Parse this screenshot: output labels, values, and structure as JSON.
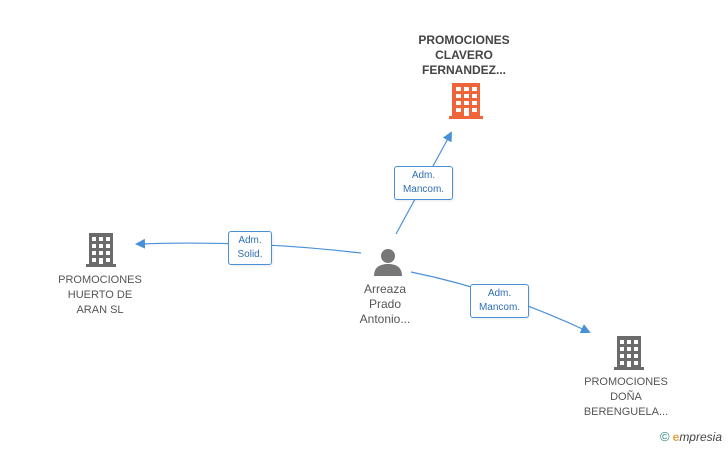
{
  "nodes": {
    "center": {
      "lines": [
        "Arreaza",
        "Prado",
        "Antonio..."
      ],
      "icon": "person-icon"
    },
    "top": {
      "lines": [
        "PROMOCIONES",
        "CLAVERO",
        "FERNANDEZ..."
      ],
      "icon": "building-icon",
      "color": "#f0643a"
    },
    "left": {
      "lines": [
        "PROMOCIONES",
        "HUERTO DE",
        "ARAN SL"
      ],
      "icon": "building-icon",
      "color": "#6b6b6b"
    },
    "bottom_right": {
      "lines": [
        "PROMOCIONES",
        "DOÑA",
        "BERENGUELA..."
      ],
      "icon": "building-icon",
      "color": "#6b6b6b"
    }
  },
  "relations": {
    "to_top": {
      "lines": [
        "Adm.",
        "Mancom."
      ]
    },
    "to_left": {
      "lines": [
        "Adm.",
        "Solid."
      ]
    },
    "to_bottom_right": {
      "lines": [
        "Adm.",
        "Mancom."
      ]
    }
  },
  "colors": {
    "edge": "#4a90d9",
    "person": "#777777"
  },
  "footer": {
    "copyright": "©",
    "brand_initial": "e",
    "brand_rest": "mpresia"
  }
}
